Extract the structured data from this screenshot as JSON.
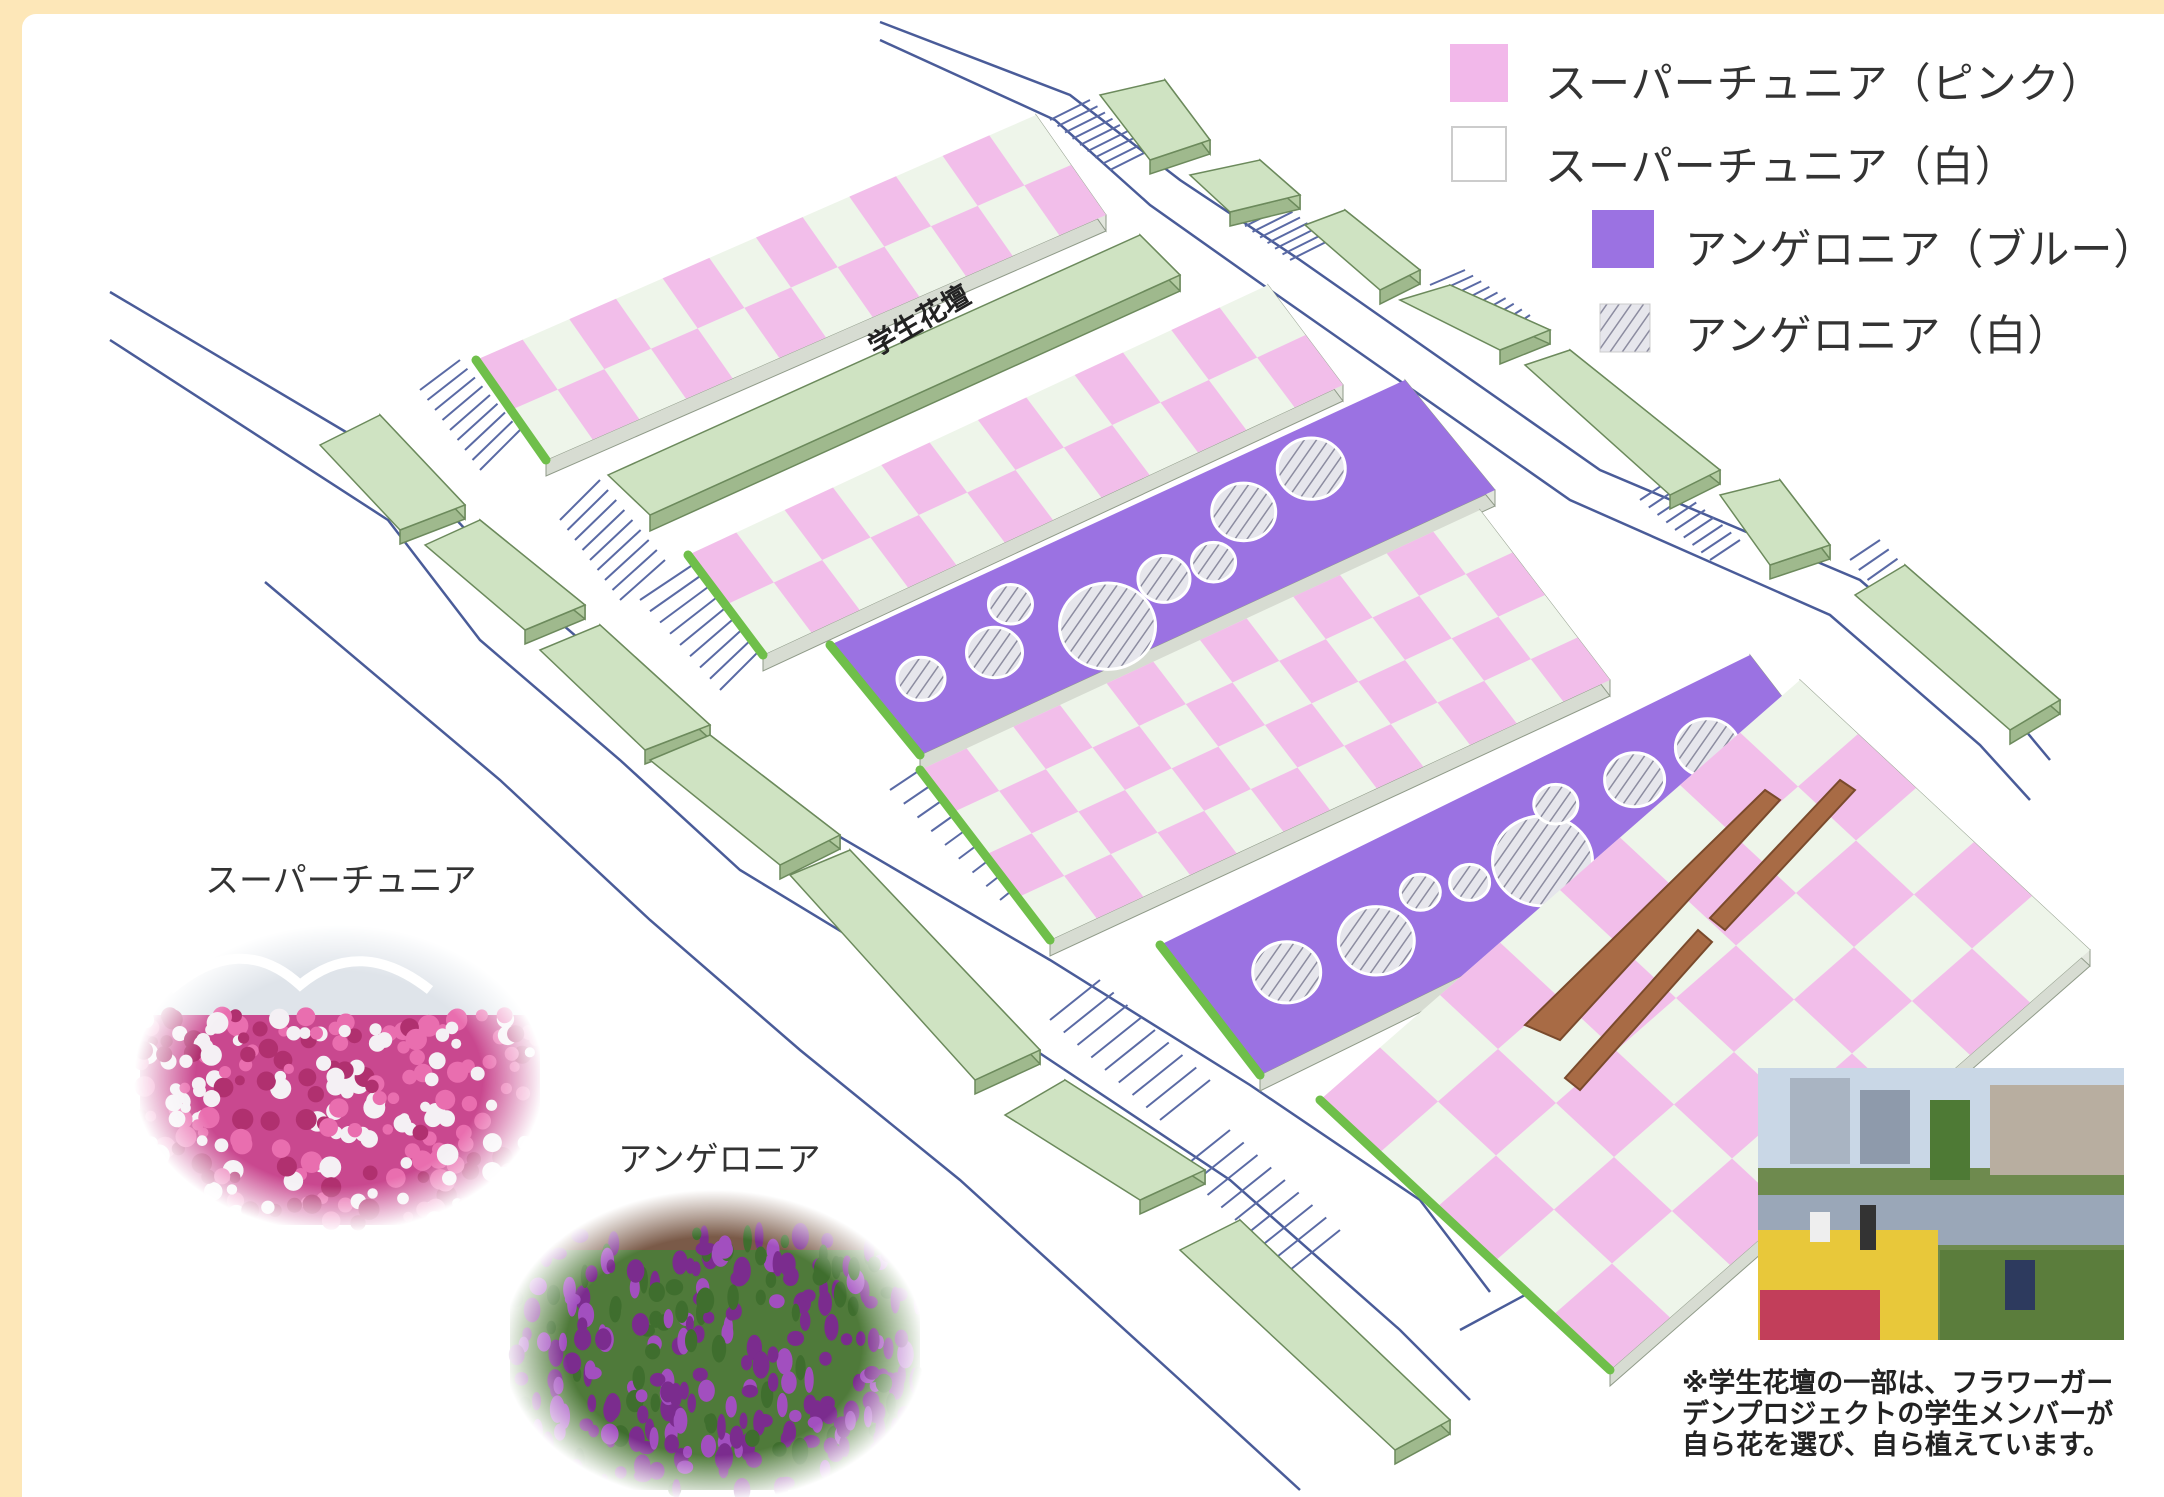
{
  "legend": [
    {
      "label": "スーパーチュニア（ピンク）",
      "swatch": "pink"
    },
    {
      "label": "スーパーチュニア（白）",
      "swatch": "white"
    },
    {
      "label": "アンゲロニア（ブルー）",
      "swatch": "blue"
    },
    {
      "label": "アンゲロニア（白）",
      "swatch": "hatched"
    }
  ],
  "bed_label": "学生花壇",
  "photos": {
    "petunia_title": "スーパーチュニア",
    "angelonia_title": "アンゲロニア"
  },
  "note": "※学生花壇の一部は、フラワーガー\nデンプロジェクトの学生メンバーが\n自ら花を選び、自ら植えています。",
  "colors": {
    "background": "#fde7b8",
    "pink": "#f2b8ea",
    "white_flower": "#eef5ea",
    "blue": "#9b72e2",
    "lawn": "#cfe3c2",
    "bench": "#a86b45",
    "line": "#4a5c99"
  }
}
